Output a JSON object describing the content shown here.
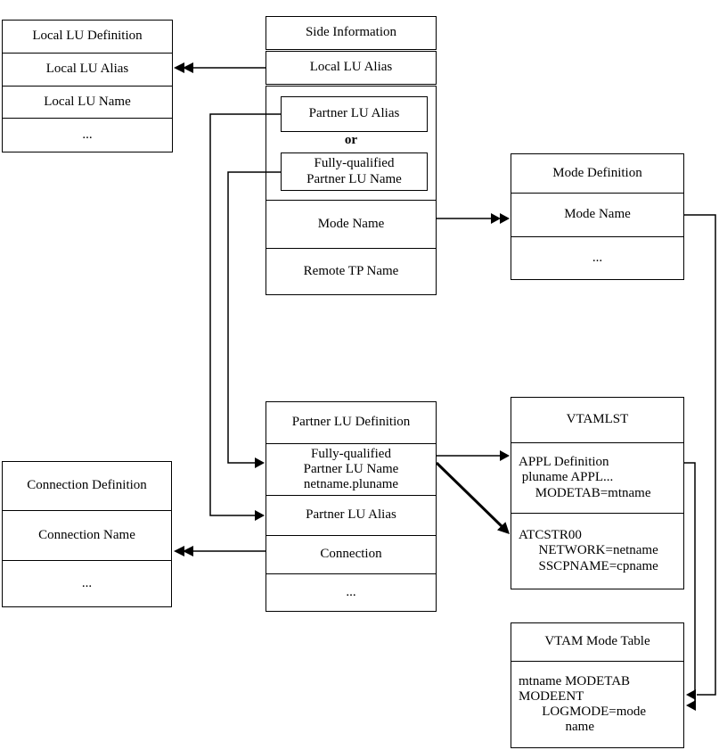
{
  "colors": {
    "line": "#000000",
    "background": "#ffffff",
    "text": "#000000"
  },
  "diagram": {
    "local_lu_definition": {
      "title": "Local LU Definition",
      "local_lu_alias": "Local LU Alias",
      "local_lu_name": "Local LU Name",
      "ellipsis": "..."
    },
    "side_information": {
      "title": "Side Information",
      "local_lu_alias": "Local LU Alias",
      "partner_lu_alias": "Partner LU Alias",
      "or_label": "or",
      "fq_partner_lu_name": "Fully-qualified\nPartner LU Name",
      "mode_name": "Mode Name",
      "remote_tp_name": "Remote TP Name"
    },
    "mode_definition": {
      "title": "Mode Definition",
      "mode_name": "Mode Name",
      "ellipsis": "..."
    },
    "partner_lu_definition": {
      "title": "Partner LU Definition",
      "fq_partner_lu_name": "Fully-qualified\nPartner LU Name\nnetname.pluname",
      "partner_lu_alias": "Partner LU Alias",
      "connection": "Connection",
      "ellipsis": "..."
    },
    "connection_definition": {
      "title": "Connection Definition",
      "connection_name": "Connection Name",
      "ellipsis": "..."
    },
    "vtamlst": {
      "title": "VTAMLST",
      "appl_block": "APPL Definition\n pluname APPL...\n     MODETAB=mtname",
      "atcstr_block": "ATCSTR00\n      NETWORK=netname\n      SSCPNAME=cpname"
    },
    "vtam_mode_table": {
      "title": "VTAM Mode Table",
      "mode_block": "mtname MODETAB\nMODEENT\n       LOGMODE=mode\n              name"
    }
  }
}
